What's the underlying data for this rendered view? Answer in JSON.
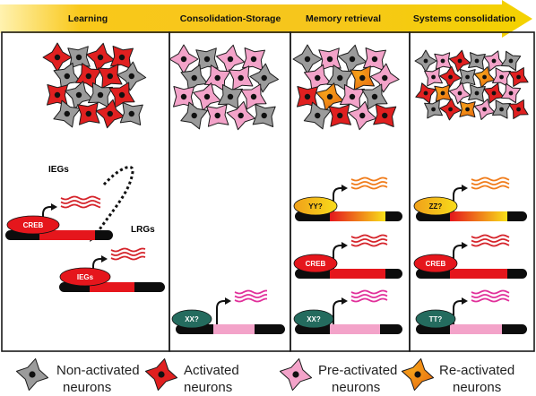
{
  "header": {
    "stages": [
      "Learning",
      "Consolidation-Storage",
      "Memory retrieval",
      "Systems consolidation"
    ],
    "gradient_start": "#f9c81a",
    "gradient_end": "#f4d000"
  },
  "colors": {
    "non_activated": "#9b9b9b",
    "activated": "#e02020",
    "pre_activated": "#f3a3c9",
    "re_activated": "#f08a1a",
    "dark_teal": "#246b5e",
    "creb_red": "#e5161c",
    "dna_black": "#0d0d0d",
    "mrna_red": "#d5242b",
    "mrna_pink": "#e1309a",
    "mrna_orange": "#f07c1b"
  },
  "genes": {
    "iegs": "IEGs",
    "lrgs": "LRGs"
  },
  "factors": {
    "learning_creb": "CREB",
    "learning_iegs": "IEGs",
    "storage_xx": "XX?",
    "retrieval_yy": "YY?",
    "retrieval_creb": "CREB",
    "retrieval_xx": "XX?",
    "systems_zz": "ZZ?",
    "systems_creb": "CREB",
    "systems_tt": "TT?"
  },
  "legend": {
    "non_activated_line1": "Non-activated",
    "non_activated_line2": "neurons",
    "activated_line1": "Activated",
    "activated_line2": "neurons",
    "pre_activated_line1": "Pre-activated",
    "pre_activated_line2": "neurons",
    "re_activated_line1": "Re-activated",
    "re_activated_line2": "neurons"
  }
}
